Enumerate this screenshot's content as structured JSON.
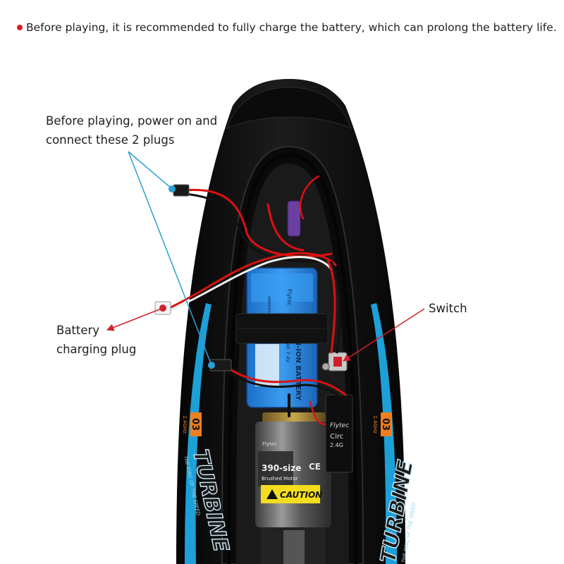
{
  "note": {
    "text": "Before playing, it is recommended to fully charge the battery, which can prolong the battery life."
  },
  "callouts": {
    "plugs_line1": "Before playing, power on and",
    "plugs_line2": "connect these 2 plugs",
    "switch": "Switch",
    "charging_line1": "Battery",
    "charging_line2": "charging plug"
  },
  "boat": {
    "hull_badge_left": "03",
    "hull_badge_right": "03",
    "freq_left": "2.4GHz",
    "freq_right": "2.4GHz",
    "brand_left": "TURBINE",
    "brand_right": "TURBINE",
    "slogan": "THE KING OF THE SPEED"
  },
  "battery": {
    "brand": "Flytec",
    "label": "LI-ION BATTERY",
    "spec": "mAh 7.4V",
    "warning": "WARNING"
  },
  "motor": {
    "brand": "Flytec",
    "size": "390-size",
    "type": "Brushed Motor",
    "caution": "CAUTION",
    "ce": "CE"
  },
  "receiver": {
    "brand": "Flytec",
    "model": "Circ",
    "freq": "2.4G"
  },
  "colors": {
    "callout_arrow_red": "#d2202a",
    "callout_line_blue": "#2a9fd8",
    "hull_black": "#141414",
    "accent_blue": "#1da0d8",
    "accent_orange": "#f07f1e",
    "battery_blue": "#2e8be0",
    "caution_yellow": "#f4dd1f"
  }
}
